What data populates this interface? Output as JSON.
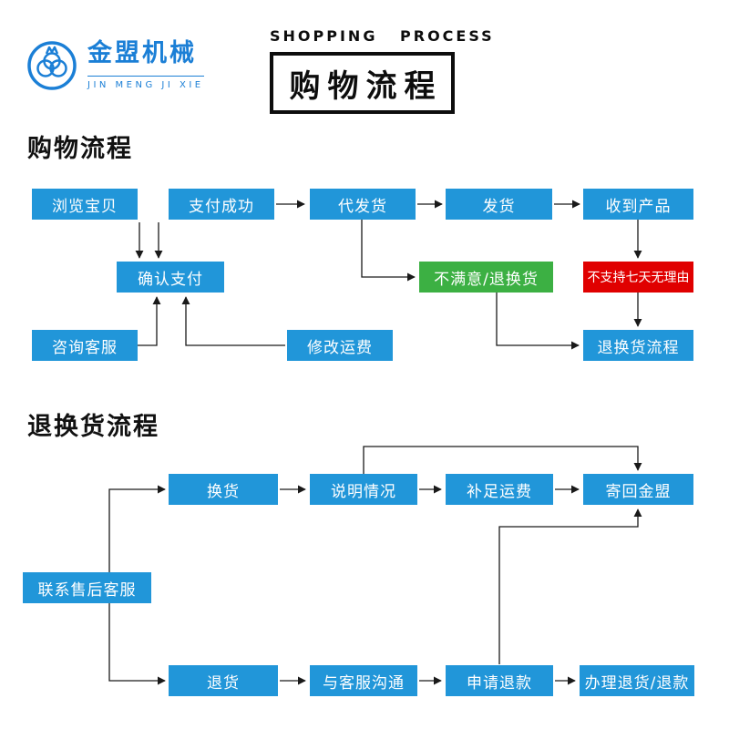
{
  "brand": {
    "name": "金盟机械",
    "subtitle": "JIN MENG JI XIE"
  },
  "banner": {
    "en": "SHOPPING PROCESS",
    "cn": "购物流程"
  },
  "section1": {
    "heading": "购物流程",
    "nodes": {
      "browse": "浏览宝贝",
      "pay_success": "支付成功",
      "consign": "代发货",
      "ship": "发货",
      "receive": "收到产品",
      "confirm_pay": "确认支付",
      "unsatisfied": "不满意/退换货",
      "no_seven_day": "不支持七天无理由",
      "consult": "咨询客服",
      "modify_freight": "修改运费",
      "return_process": "退换货流程"
    },
    "edges": [
      [
        "browse",
        "confirm_pay"
      ],
      [
        "pay_success",
        "confirm_pay"
      ],
      [
        "pay_success",
        "consign"
      ],
      [
        "consign",
        "ship"
      ],
      [
        "ship",
        "receive"
      ],
      [
        "consign",
        "unsatisfied"
      ],
      [
        "receive",
        "no_seven_day"
      ],
      [
        "no_seven_day",
        "return_process"
      ],
      [
        "unsatisfied",
        "return_process"
      ],
      [
        "consult",
        "confirm_pay"
      ],
      [
        "modify_freight",
        "confirm_pay"
      ]
    ]
  },
  "section2": {
    "heading": "退换货流程",
    "nodes": {
      "contact_service": "联系售后客服",
      "exchange": "换货",
      "explain": "说明情况",
      "pay_freight": "补足运费",
      "send_back": "寄回金盟",
      "return_goods": "退货",
      "communicate": "与客服沟通",
      "apply_refund": "申请退款",
      "process_refund": "办理退货/退款"
    },
    "edges": [
      [
        "contact_service",
        "exchange"
      ],
      [
        "contact_service",
        "return_goods"
      ],
      [
        "exchange",
        "explain"
      ],
      [
        "explain",
        "pay_freight"
      ],
      [
        "pay_freight",
        "send_back"
      ],
      [
        "explain",
        "send_back"
      ],
      [
        "return_goods",
        "communicate"
      ],
      [
        "communicate",
        "apply_refund"
      ],
      [
        "apply_refund",
        "process_refund"
      ],
      [
        "apply_refund",
        "send_back"
      ]
    ]
  },
  "colors": {
    "primary_blue": "#2196d9",
    "green": "#3cb043",
    "red": "#e00000",
    "brand_blue": "#1b7fd6"
  }
}
